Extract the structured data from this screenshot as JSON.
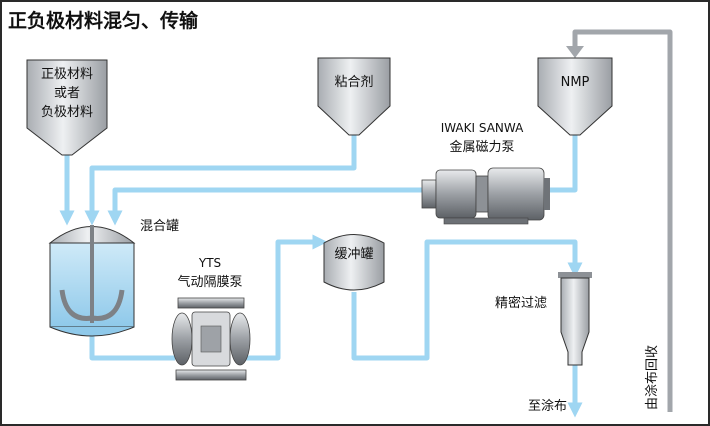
{
  "title": "正负极材料混匀、传输",
  "hoppers": {
    "electrode": {
      "lines": [
        "正极材料",
        "或者",
        "负极材料"
      ]
    },
    "binder": {
      "label": "粘合剂"
    },
    "nmp": {
      "label": "NMP"
    }
  },
  "pump_magnetic": {
    "brand": "IWAKI SANWA",
    "name": "金属磁力泵"
  },
  "mixer": {
    "label": "混合罐"
  },
  "diaphragm_pump": {
    "brand": "YTS",
    "name": "气动隔膜泵"
  },
  "buffer_tank": {
    "label": "缓冲罐"
  },
  "filter": {
    "label": "精密过滤"
  },
  "outlet": {
    "label": "至涂布"
  },
  "recycle": {
    "label": "由涂布回收"
  },
  "colors": {
    "pipe": "#9fd6f2",
    "recycle_pipe": "#a2a6ab",
    "vessel": "#c9ccd0",
    "frame": "#2a2a2a"
  }
}
